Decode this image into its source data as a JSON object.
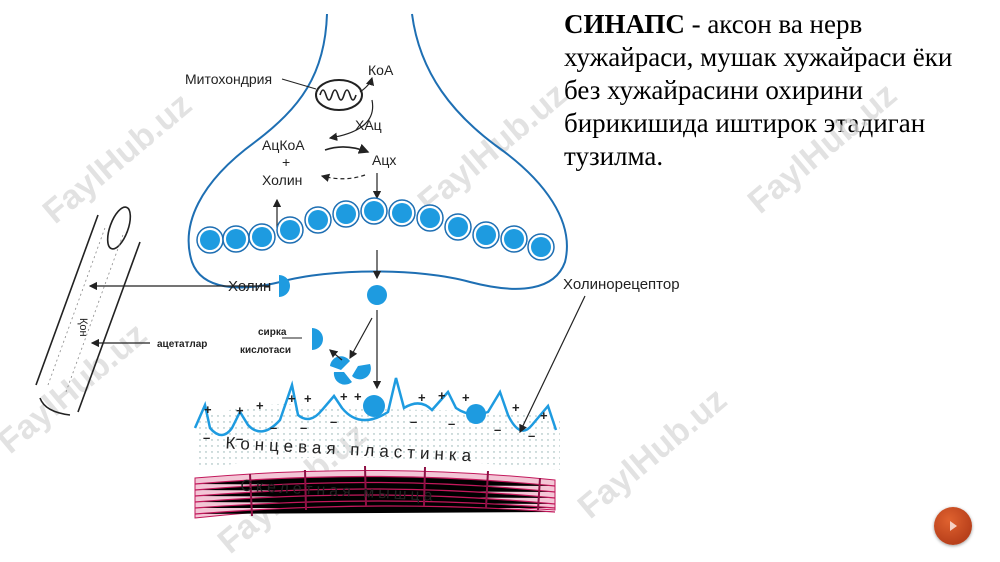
{
  "slide": {
    "title_bold": "СИНАПС",
    "title_rest": " - аксон ва нерв хужайраси, мушак хужайраси ёки без хужайрасини охирини бирикишида иштирок этадиган тузилма."
  },
  "diagram": {
    "mitochondria": "Митохондрия",
    "koa": "КоА",
    "hats": "ХАц",
    "atskoa": "АцКоА",
    "plus": "+",
    "cholin_top": "Холин",
    "atsh": "Ацх",
    "cholin_side": "Холин",
    "acid_line1": "сирка",
    "acid_line2": "кислотаси",
    "acetates": "ацетатлар",
    "receptor": "Холинорецептор",
    "end_plate": "Концевая пластинка",
    "skeletal_muscle": "Скелетная мышца",
    "blood_vessel": "Қон"
  },
  "watermark": "FaylHub.uz",
  "colors": {
    "accent_blue": "#1e9be0",
    "membrane": "#1e6fb3",
    "muscle": "#c2185b",
    "nav": "#c9471f"
  },
  "icons": {
    "nav": "play-triangle-icon"
  }
}
